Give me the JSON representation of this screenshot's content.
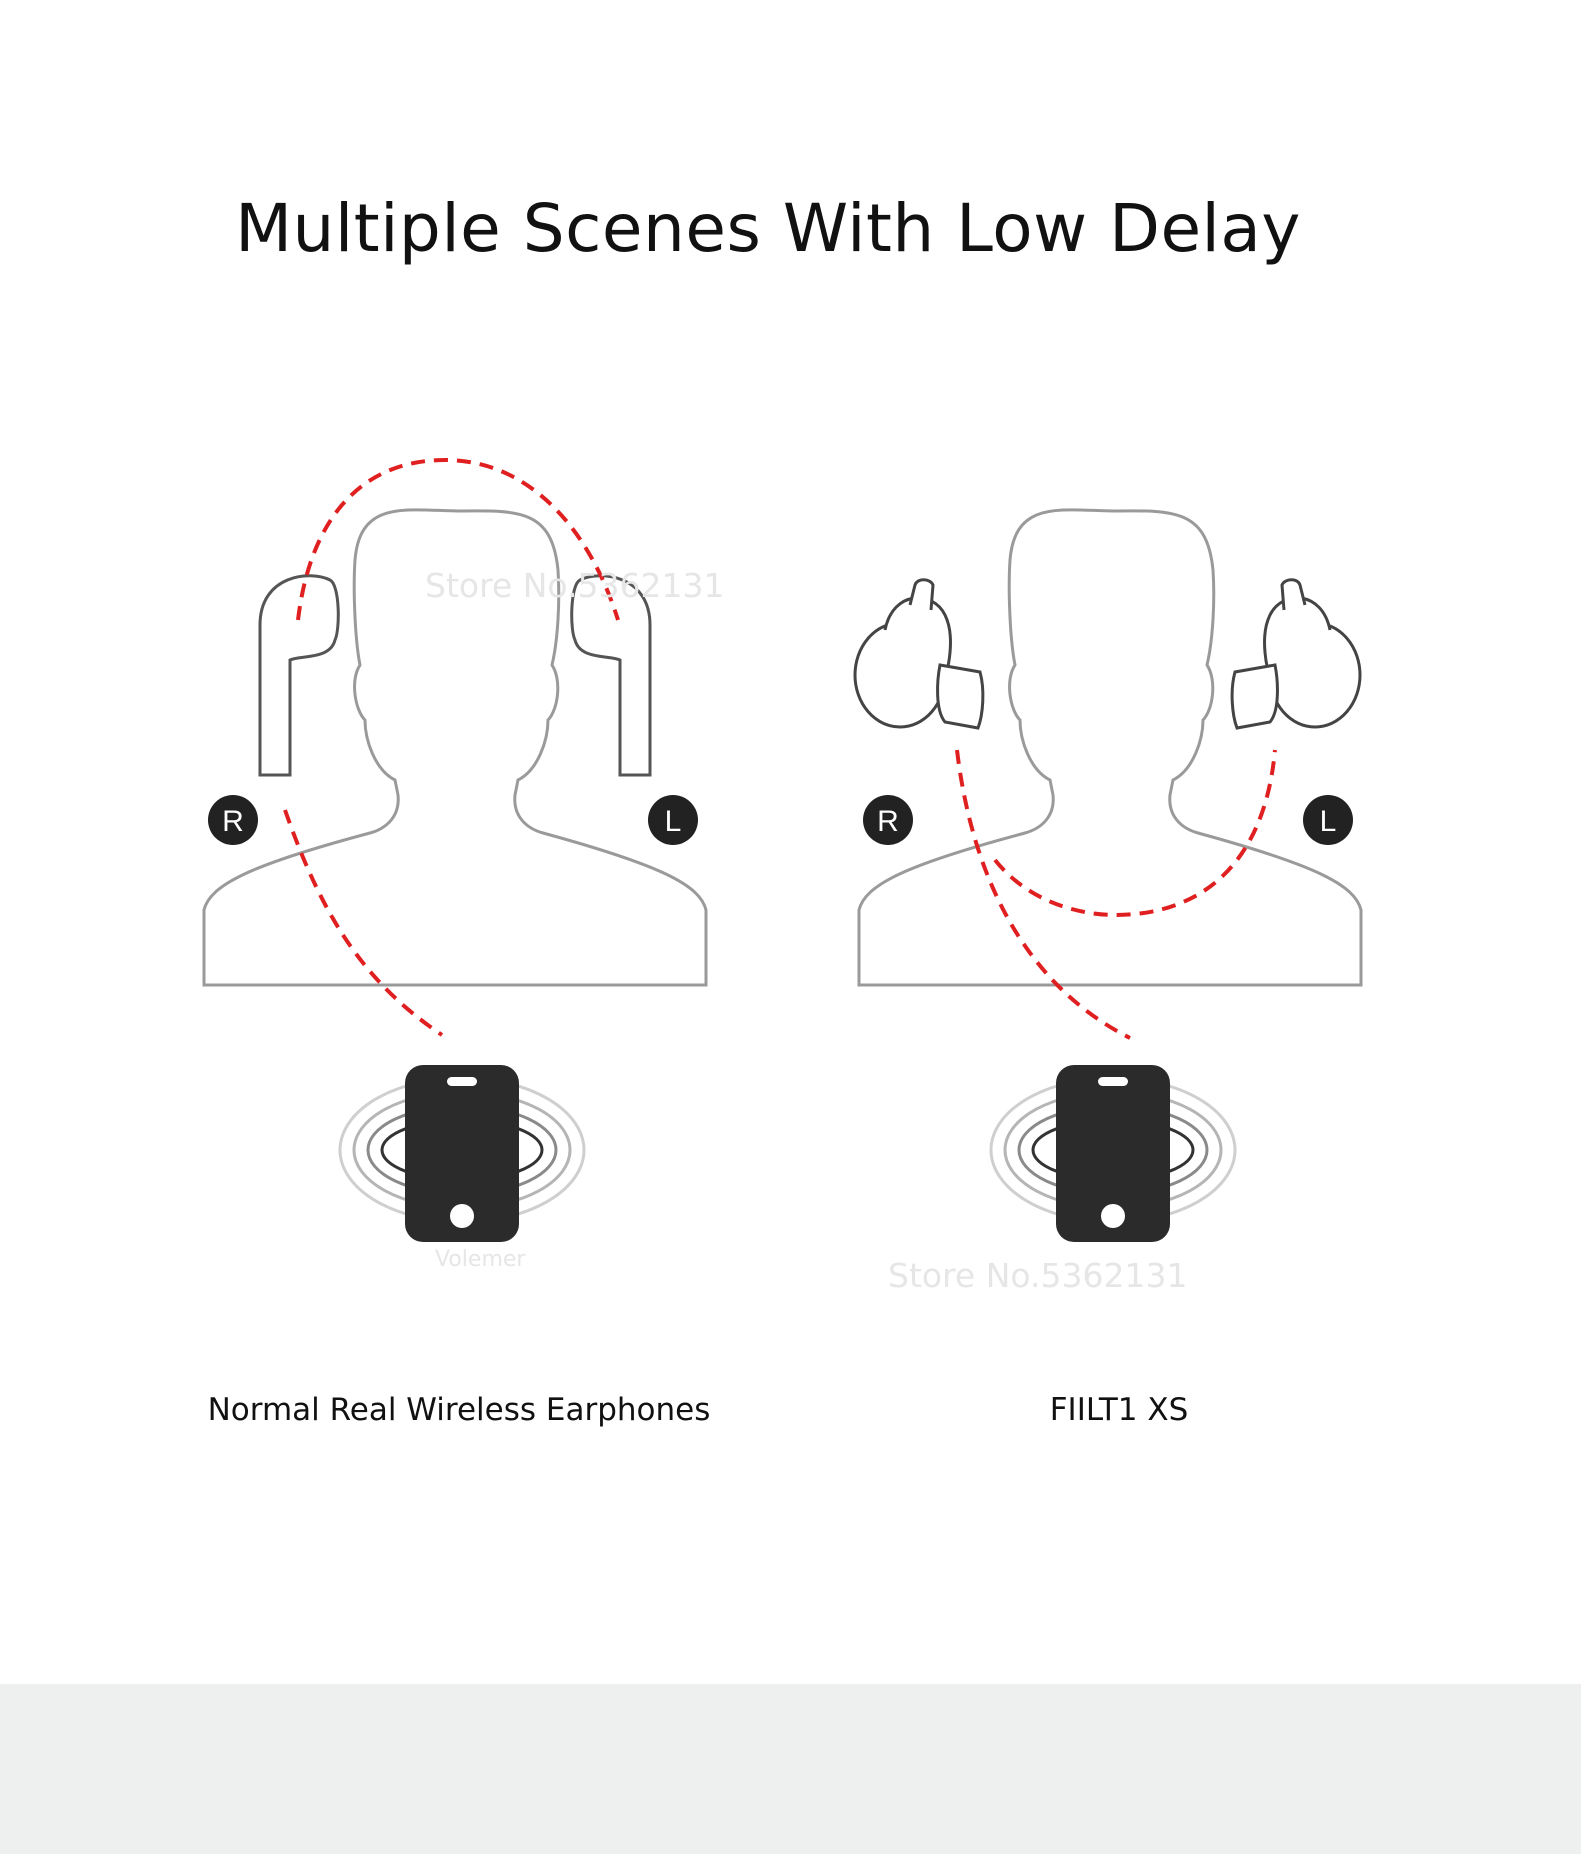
{
  "title": "Multiple Scenes With Low Delay",
  "scenes": [
    {
      "caption": "Normal Real Wireless Earphones",
      "right_badge": "R",
      "left_badge": "L",
      "earbud_style": "stem-earbuds"
    },
    {
      "caption": "FIILT1 XS",
      "right_badge": "R",
      "left_badge": "L",
      "earbud_style": "in-ear-buds"
    }
  ],
  "watermarks": [
    "Store No.5362131",
    "Volemer",
    "Store No.5362131"
  ],
  "colors": {
    "signal_path": "#e02020",
    "outline": "#9a9a9a",
    "phone": "#2b2b2b",
    "badge": "#222222",
    "footer": "#eeefef"
  }
}
